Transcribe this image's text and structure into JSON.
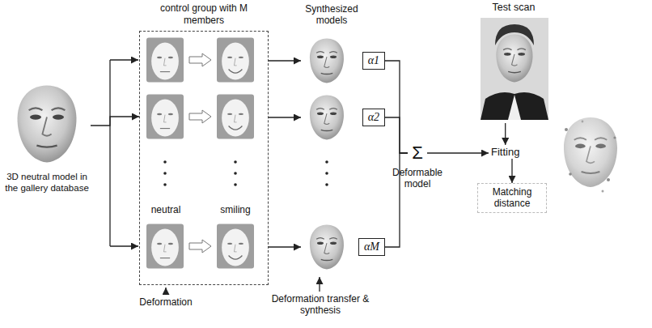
{
  "diagram": {
    "nodes": [
      {
        "text": [
          "3D neutral model in the gallery database"
        ]
      },
      {
        "text": [
          "control group with M members"
        ]
      },
      {
        "text": [
          "α1"
        ]
      },
      {
        "text": [
          "α2"
        ]
      },
      {
        "text": [
          "αM"
        ]
      },
      {
        "text": [
          "Σ"
        ]
      },
      {
        "text": [
          "Test scan"
        ]
      },
      {
        "text": [
          "Fitting"
        ]
      },
      {
        "text": [
          "Matching distance"
        ]
      }
    ],
    "edges": [
      {
        "from": 0,
        "to": 1,
        "arrow": "to"
      },
      {
        "from": 1,
        "to": 2,
        "arrow": "to"
      },
      {
        "from": 1,
        "to": 3,
        "arrow": "to"
      },
      {
        "from": 1,
        "to": 4,
        "arrow": "to"
      },
      {
        "from": 2,
        "to": 5,
        "arrow": "none"
      },
      {
        "from": 3,
        "to": 5,
        "arrow": "none"
      },
      {
        "from": 4,
        "to": 5,
        "arrow": "none"
      },
      {
        "from": 5,
        "to": 7,
        "arrow": "to"
      },
      {
        "from": 6,
        "to": 7,
        "arrow": "to"
      },
      {
        "from": 7,
        "to": 8,
        "arrow": "to"
      }
    ],
    "labels": [
      "Synthesized models",
      "neutral",
      "smiling",
      "Deformation",
      "Deformation transfer & synthesis",
      "Deformable model"
    ]
  }
}
